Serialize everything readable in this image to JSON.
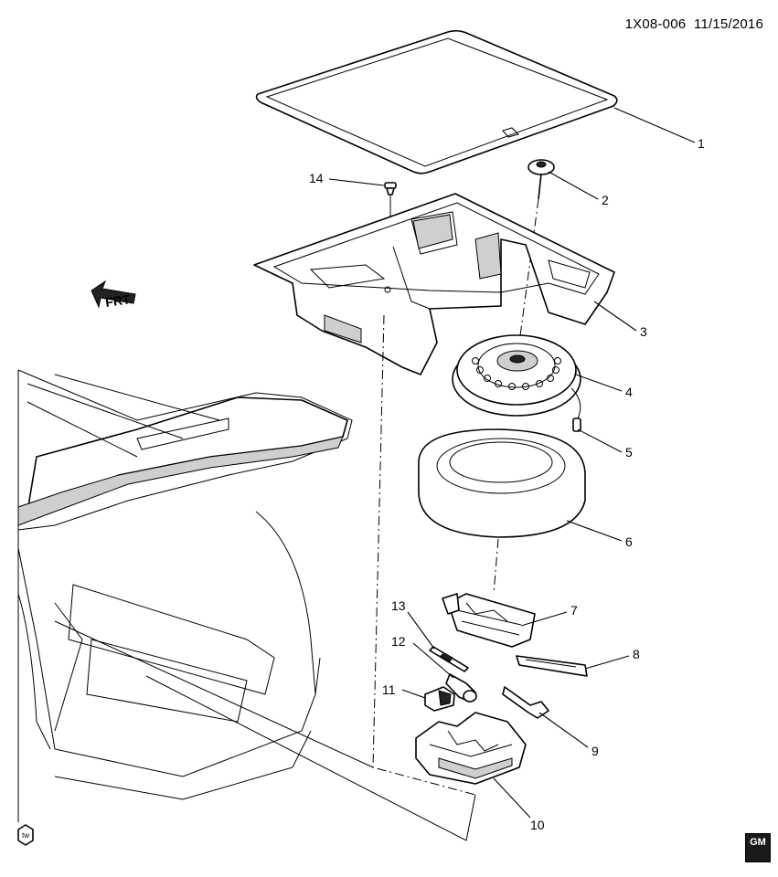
{
  "header": {
    "code": "1X08-006",
    "date": "11/15/2016"
  },
  "front_marker": "FRT",
  "logo_tw": "tw",
  "logo_gm": "GM",
  "callouts": [
    "1",
    "2",
    "3",
    "4",
    "5",
    "6",
    "7",
    "8",
    "9",
    "10",
    "11",
    "12",
    "13",
    "14"
  ]
}
